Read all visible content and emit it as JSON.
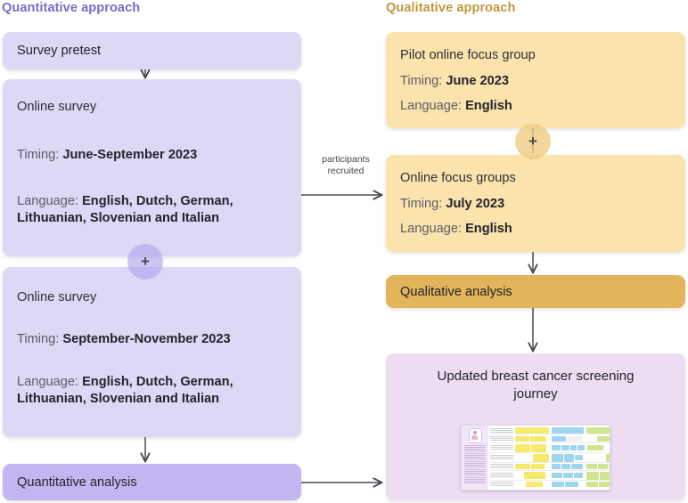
{
  "headers": {
    "quantitative": "Quantitative approach",
    "qualitative": "Qualitative approach"
  },
  "colors": {
    "quant_header": "#7b6bc7",
    "qual_header": "#c2973e",
    "purple_light": "#ded7f6",
    "purple_dark": "#c3b6f0",
    "amber_light": "#fbe3ad",
    "amber_dark": "#e2b55a",
    "pink_light": "#eedcf2",
    "arrow": "#4a4a52"
  },
  "quantitative": {
    "survey_pretest": {
      "title": "Survey pretest"
    },
    "online_survey_1": {
      "title": "Online survey",
      "timing_label": "Timing:",
      "timing_value": "June-September 2023",
      "language_label": "Language:",
      "language_value_line1": "English, Dutch, German,",
      "language_value_line2": "Lithuanian, Slovenian and Italian"
    },
    "online_survey_2": {
      "title": "Online survey",
      "timing_label": "Timing:",
      "timing_value": "September-November 2023",
      "language_label": "Language:",
      "language_value_line1": "English, Dutch, German,",
      "language_value_line2": "Lithuanian, Slovenian and Italian"
    },
    "analysis": {
      "title": "Quantitative analysis"
    },
    "plus_badge": "+"
  },
  "qualitative": {
    "pilot_focus_group": {
      "title": "Pilot online focus group",
      "timing_label": "Timing:",
      "timing_value": "June 2023",
      "language_label": "Language:",
      "language_value": "English"
    },
    "online_focus_groups": {
      "title": "Online focus groups",
      "timing_label": "Timing:",
      "timing_value": "July 2023",
      "language_label": "Language:",
      "language_value": "English"
    },
    "analysis": {
      "title": "Qualitative analysis"
    },
    "plus_badge": "+"
  },
  "outcome": {
    "title_line1": "Updated breast cancer screening",
    "title_line2": "journey",
    "thumbnail_name": "journey-map-thumbnail"
  },
  "edges": {
    "participants_recruited_line1": "participants",
    "participants_recruited_line2": "recruited"
  }
}
